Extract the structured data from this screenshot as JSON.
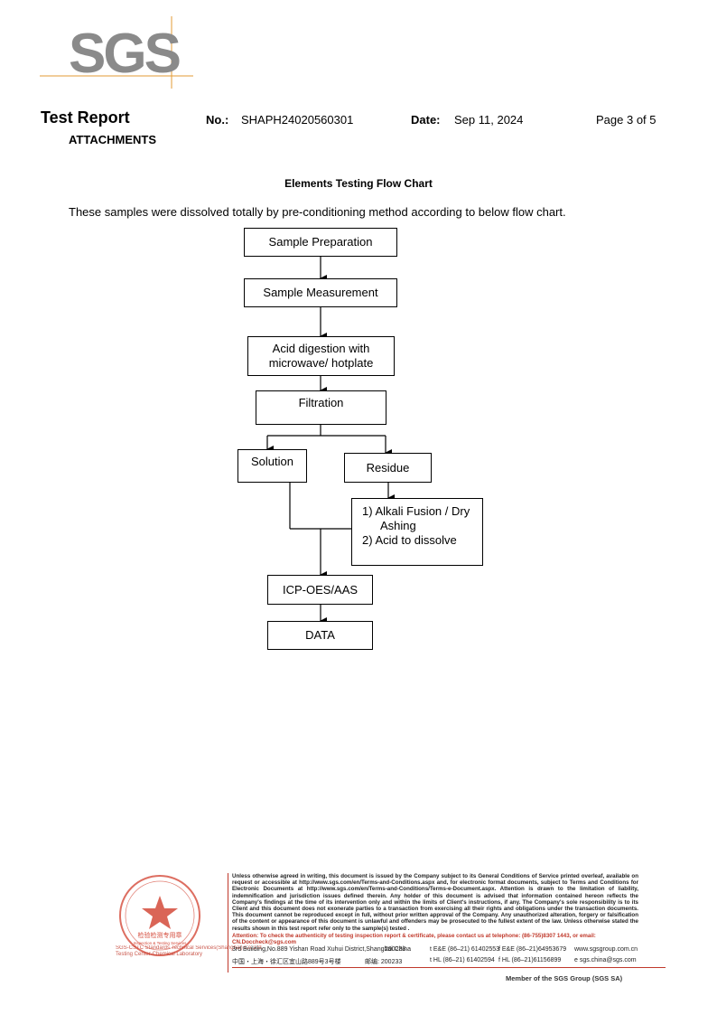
{
  "header": {
    "logo_text": "SGS",
    "title": "Test Report",
    "no_label": "No.:",
    "no_value": "SHAPH24020560301",
    "date_label": "Date:",
    "date_value": "Sep 11, 2024",
    "page": "Page 3 of 5",
    "section": "ATTACHMENTS"
  },
  "content": {
    "chart_title": "Elements Testing Flow Chart",
    "intro": "These samples were dissolved totally by pre-conditioning method according to below flow chart."
  },
  "flow": {
    "sample_preparation": "Sample Preparation",
    "sample_measurement": "Sample Measurement",
    "acid_digestion_1": "Acid digestion with",
    "acid_digestion_2": "microwave/ hotplate",
    "filtration": "Filtration",
    "solution": "Solution",
    "residue": "Residue",
    "alkali_1": "1) Alkali Fusion / Dry",
    "alkali_2": "Ashing",
    "alkali_3": "2) Acid to dissolve",
    "icp": "ICP-OES/AAS",
    "data": "DATA"
  },
  "footer": {
    "disclaimer": "Unless otherwise agreed in writing, this document is issued by the Company subject to its General Conditions of Service printed overleaf, available on request or accessible at http://www.sgs.com/en/Terms-and-Conditions.aspx and, for electronic format documents, subject to Terms and Conditions for Electronic Documents at http://www.sgs.com/en/Terms-and-Conditions/Terms-e-Document.aspx. Attention is drawn to the limitation of liability, indemnification and jurisdiction issues defined therein. Any holder of this document is advised that information contained hereon reflects the Company's findings at the time of its intervention only and within the limits of Client's instructions, if any. The Company's sole responsibility is to its Client and this document does not exonerate parties to a transaction from exercising all their rights and obligations under the transaction documents. This document cannot be reproduced except in full, without prior written approval of the Company. Any unauthorized alteration, forgery or falsification of the content or appearance of this document is unlawful and offenders may be prosecuted to the fullest extent of the law. Unless otherwise stated the results shown in this test report refer only to the sample(s) tested .",
    "attention": "Attention: To check the authenticity of testing inspection report & certificate, please contact us at telephone: (86-755)8307 1443, or email: CN.Doccheck@sgs.com",
    "addr_en": "3rd Building,No.889 Yishan Road Xuhui District,Shanghai China",
    "zip_en": "200233",
    "tel1": "t E&E (86–21) 61402553",
    "fax1": "f E&E (86–21)64953679",
    "web": "www.sgsgroup.com.cn",
    "addr_cn": "中国・上海・徐汇区宜山路889号3号楼",
    "zip_cn": "邮编: 200233",
    "tel2": "t HL (86–21) 61402594",
    "fax2": "f HL (86–21)61156899",
    "email": "e  sgs.china@sgs.com",
    "member": "Member of the SGS Group (SGS SA)",
    "stamp_text": "检验检测专用章",
    "stamp_en": "Inspection & Testing Services",
    "stamp_line1": "SGS-CSTC Standards Technical Services(Shanghai) Co.,Ltd.",
    "stamp_line2": "Testing Center-Chemical Laboratory"
  }
}
